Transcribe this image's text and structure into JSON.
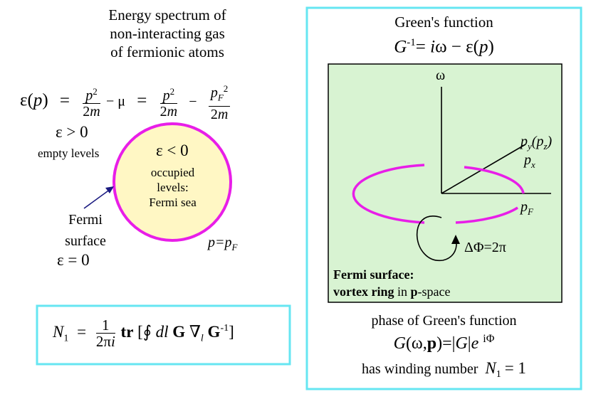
{
  "left": {
    "title": [
      "Energy spectrum of",
      "non-interacting gas",
      "of fermionic atoms"
    ],
    "dispersion": {
      "lhs": "ε(p)",
      "eq": "=",
      "frac1_num": "p2",
      "frac1_den": "2m",
      "minus_mu": "− μ",
      "eq2": "=",
      "frac2_num": "p2",
      "frac2_den": "2m",
      "minus": "−",
      "frac3_num": "pF2",
      "frac3_den": "2m"
    },
    "eps_pos": "ε > 0",
    "empty_levels": "empty levels",
    "eps_neg": "ε < 0",
    "occupied": [
      "occupied",
      "levels:",
      "Fermi sea"
    ],
    "fermi_surface": [
      "Fermi",
      "surface"
    ],
    "eps_zero": "ε = 0",
    "p_eq_pf": "p=pF",
    "winding_formula": "N1 = (1/2πi) tr [∮ dl G ∇l G-1]"
  },
  "right": {
    "title": "Green's function",
    "inverse": "G-1= iω − ε(p)",
    "omega_axis": "ω",
    "py_pz": "py (pz)",
    "px": "px",
    "pf": "pF",
    "delta_phi": "ΔΦ=2π",
    "fs_caption_1": "Fermi surface:",
    "fs_caption_2": "vortex ring in p-space",
    "phase_line1": "phase of Green's function",
    "phase_line2": "G(ω,p)=|G|e iΦ",
    "phase_line3": "has winding number  N1 = 1"
  },
  "colors": {
    "magenta": "#e81ee8",
    "cyan_border": "#66e6f2",
    "green_fill": "#d8f3d2",
    "sea_fill": "#fff7c4"
  }
}
